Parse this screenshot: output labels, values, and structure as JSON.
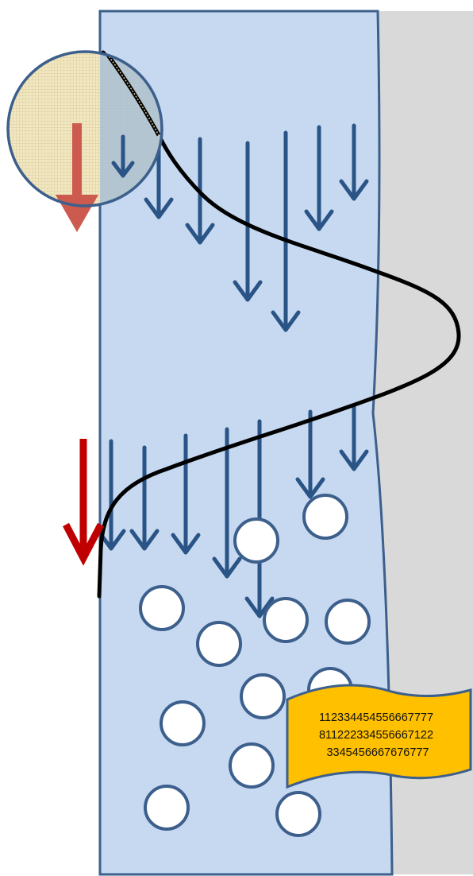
{
  "colors": {
    "channel_fill": "#c6d9f1",
    "channel_border": "#3c5f8c",
    "wall_fill": "#d9d9d9",
    "flow_arrow": "#2a5486",
    "profile_curve": "#000000",
    "red_arrow": "#c00000",
    "red_arrow_light": "#cd5a4e",
    "lens_fill": "#f1e8c3",
    "lens_grid": "#d9c48e",
    "particle_fill": "#ffffff",
    "particle_stroke": "#3c5f8c",
    "banner_fill": "#ffc000",
    "banner_stroke": "#3c5f8c"
  },
  "icons": {
    "flow_vector": "arrow-down-icon",
    "slip_vector": "red-arrow-down-icon",
    "magnifier": "magnifier-lens-icon",
    "particle": "circle-particle-icon"
  },
  "banner": {
    "lines": [
      "112334454556667777",
      "811222334556667122",
      "3345456667676777"
    ]
  }
}
